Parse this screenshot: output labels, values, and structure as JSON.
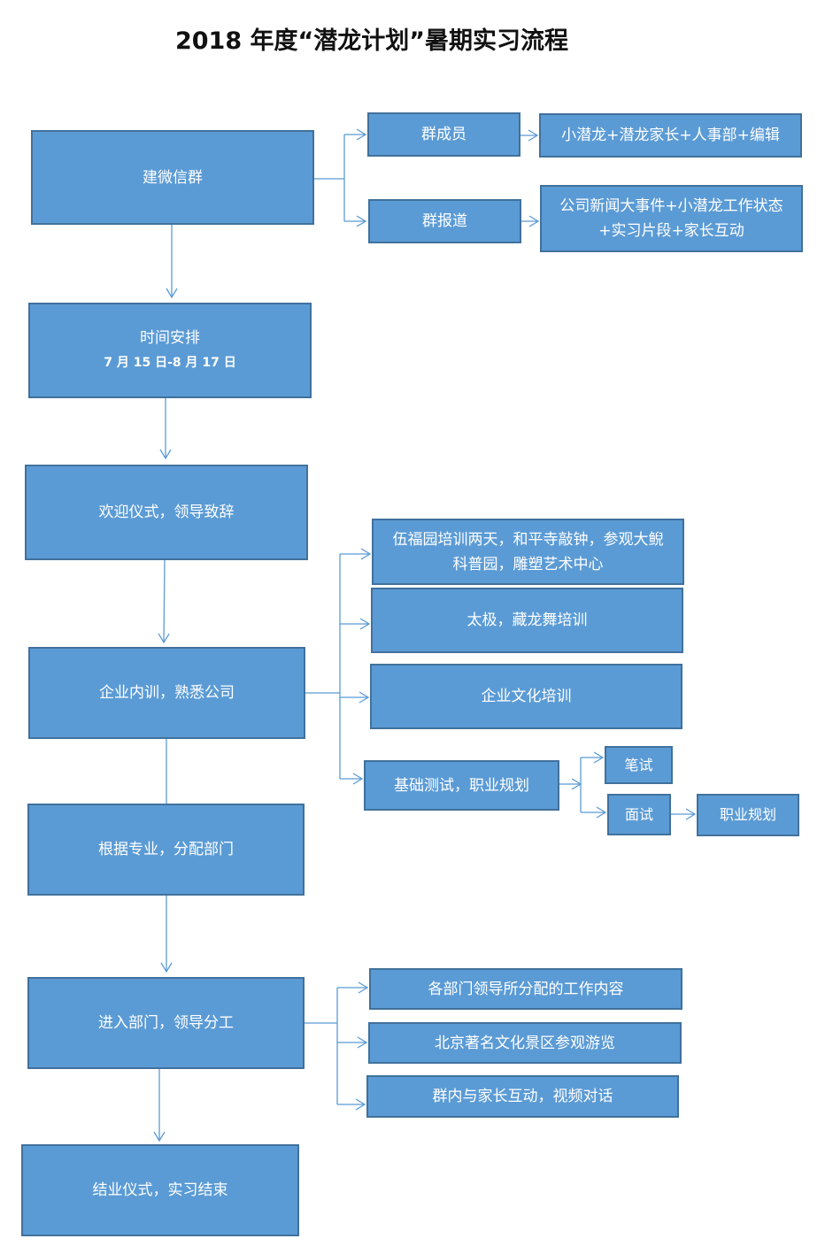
{
  "title": "2018 年度“潜龙计划”暑期实习流程",
  "main_steps": [
    {
      "label": "建微信群"
    },
    {
      "label": "时间安排",
      "sub": "7 月 15 日-8 月 17 日"
    },
    {
      "label": "欢迎仪式，领导致辞"
    },
    {
      "label": "企业内训，熟悉公司"
    },
    {
      "label": "根据专业，分配部门"
    },
    {
      "label": "进入部门，领导分工"
    },
    {
      "label": "结业仪式，实习结束"
    }
  ],
  "wechat_group": {
    "members": {
      "label": "群成员",
      "detail": "小潜龙+潜龙家长+人事部+编辑"
    },
    "reports": {
      "label": "群报道",
      "detail": "公司新闻大事件+小潜龙工作状态+实习片段+家长互动"
    }
  },
  "training": {
    "items": [
      "伍福园培训两天，和平寺敲钟，参观大鲵科普园，雕塑艺术中心",
      "太极，藏龙舞培训",
      "企业文化培训"
    ],
    "test": {
      "label": "基础测试，职业规划",
      "written": "笔试",
      "interview": "面试",
      "career": "职业规划"
    }
  },
  "department": {
    "items": [
      "各部门领导所分配的工作内容",
      "北京著名文化景区参观游览",
      "群内与家长互动，视频对话"
    ]
  }
}
